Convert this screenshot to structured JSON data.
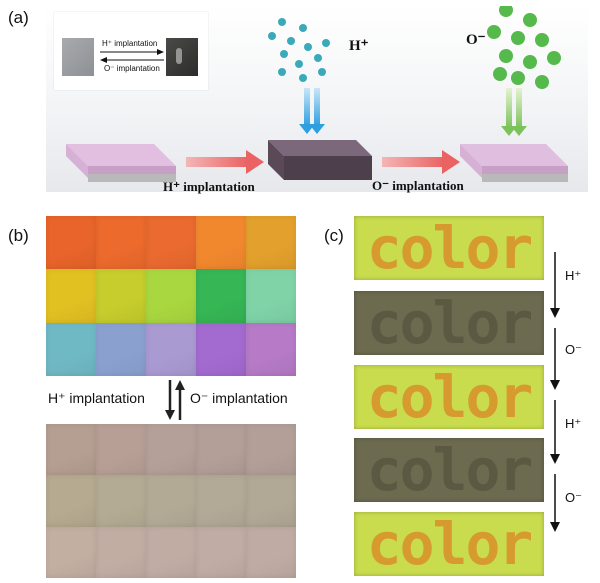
{
  "labels": {
    "a": "(a)",
    "b": "(b)",
    "c": "(c)"
  },
  "panel_a": {
    "inset_forward": "H⁺ implantation",
    "inset_backward": "O⁻ implantation",
    "h_ion": "H⁺",
    "o_ion": "O⁻",
    "h_step": "H⁺ implantation",
    "o_step": "O⁻ implantation"
  },
  "panel_b": {
    "h_label": "H⁺ implantation",
    "o_label": "O⁻ implantation",
    "top_colors": [
      [
        "#e8642a",
        "#ec6a2c",
        "#ea6a2f",
        "#f2882e",
        "#e3a02c"
      ],
      [
        "#e1c022",
        "#c6cd2c",
        "#a9d73f",
        "#36b655",
        "#7fd3a7"
      ],
      [
        "#6fb9c5",
        "#8aa1d0",
        "#a99ad2",
        "#a36ad0",
        "#b67ac6"
      ]
    ],
    "bottom_colors": [
      [
        "#b59e92",
        "#b79f95",
        "#b5a099",
        "#b39e98",
        "#b39f98"
      ],
      [
        "#b6aa90",
        "#b4ab94",
        "#b3aa96",
        "#b3a997",
        "#b1a895"
      ],
      [
        "#c3aea2",
        "#c2ada3",
        "#c1aca4",
        "#c0aca4",
        "#bfaba3"
      ]
    ]
  },
  "panel_c": {
    "word": "color",
    "steps": [
      "H⁺",
      "O⁻",
      "H⁺",
      "O⁻"
    ],
    "strips": [
      {
        "state": "colored",
        "bg": "#c9dc4e"
      },
      {
        "state": "dark",
        "bg": "#6c6a4f"
      },
      {
        "state": "colored",
        "bg": "#c9dc4e"
      },
      {
        "state": "dark",
        "bg": "#6c6a4f"
      },
      {
        "state": "colored",
        "bg": "#c9dc4e"
      }
    ],
    "letter_color": "#d98f2a"
  }
}
